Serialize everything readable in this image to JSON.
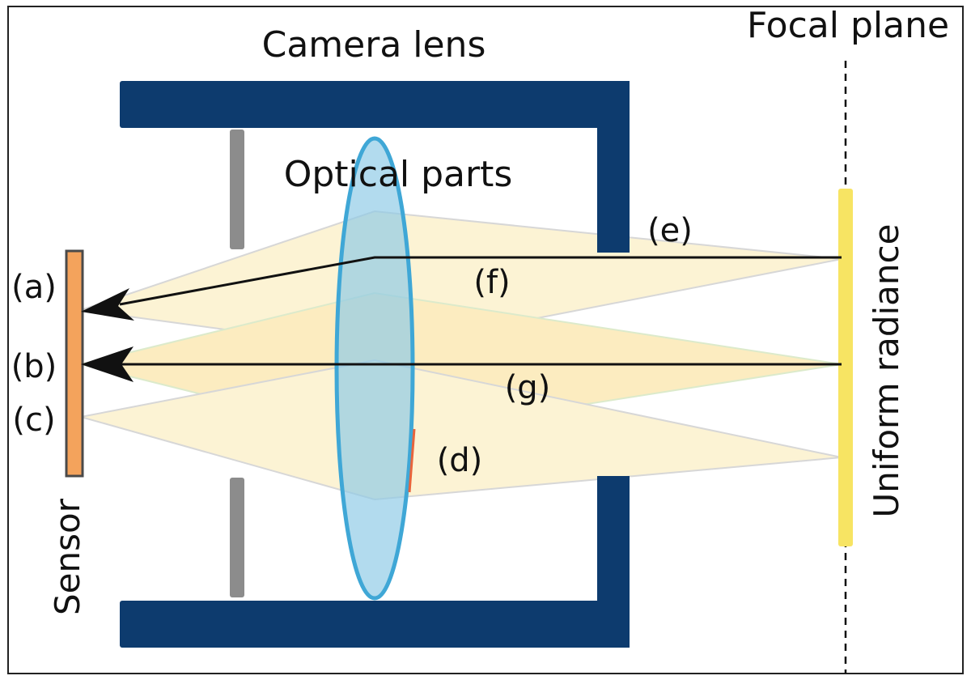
{
  "title": "Camera lens",
  "focal_plane_label": "Focal plane",
  "optical_parts_label": "Optical parts",
  "sensor_label": "Sensor",
  "radiance_label": "Uniform radiance",
  "markers": {
    "a": "(a)",
    "b": "(b)",
    "c": "(c)",
    "d": "(d)",
    "e": "(e)",
    "f": "(f)",
    "g": "(g)"
  },
  "colors": {
    "housing": "#0d3b6e",
    "aperture_stop": "#8c8c8c",
    "lens_fill": "#8ecae6",
    "lens_stroke": "#3fa7d6",
    "sensor": "#f4a35c",
    "radiance_bar": "#f7e463",
    "beam_fill": "#fbefc4",
    "vignette_mark": "#e8643c"
  }
}
